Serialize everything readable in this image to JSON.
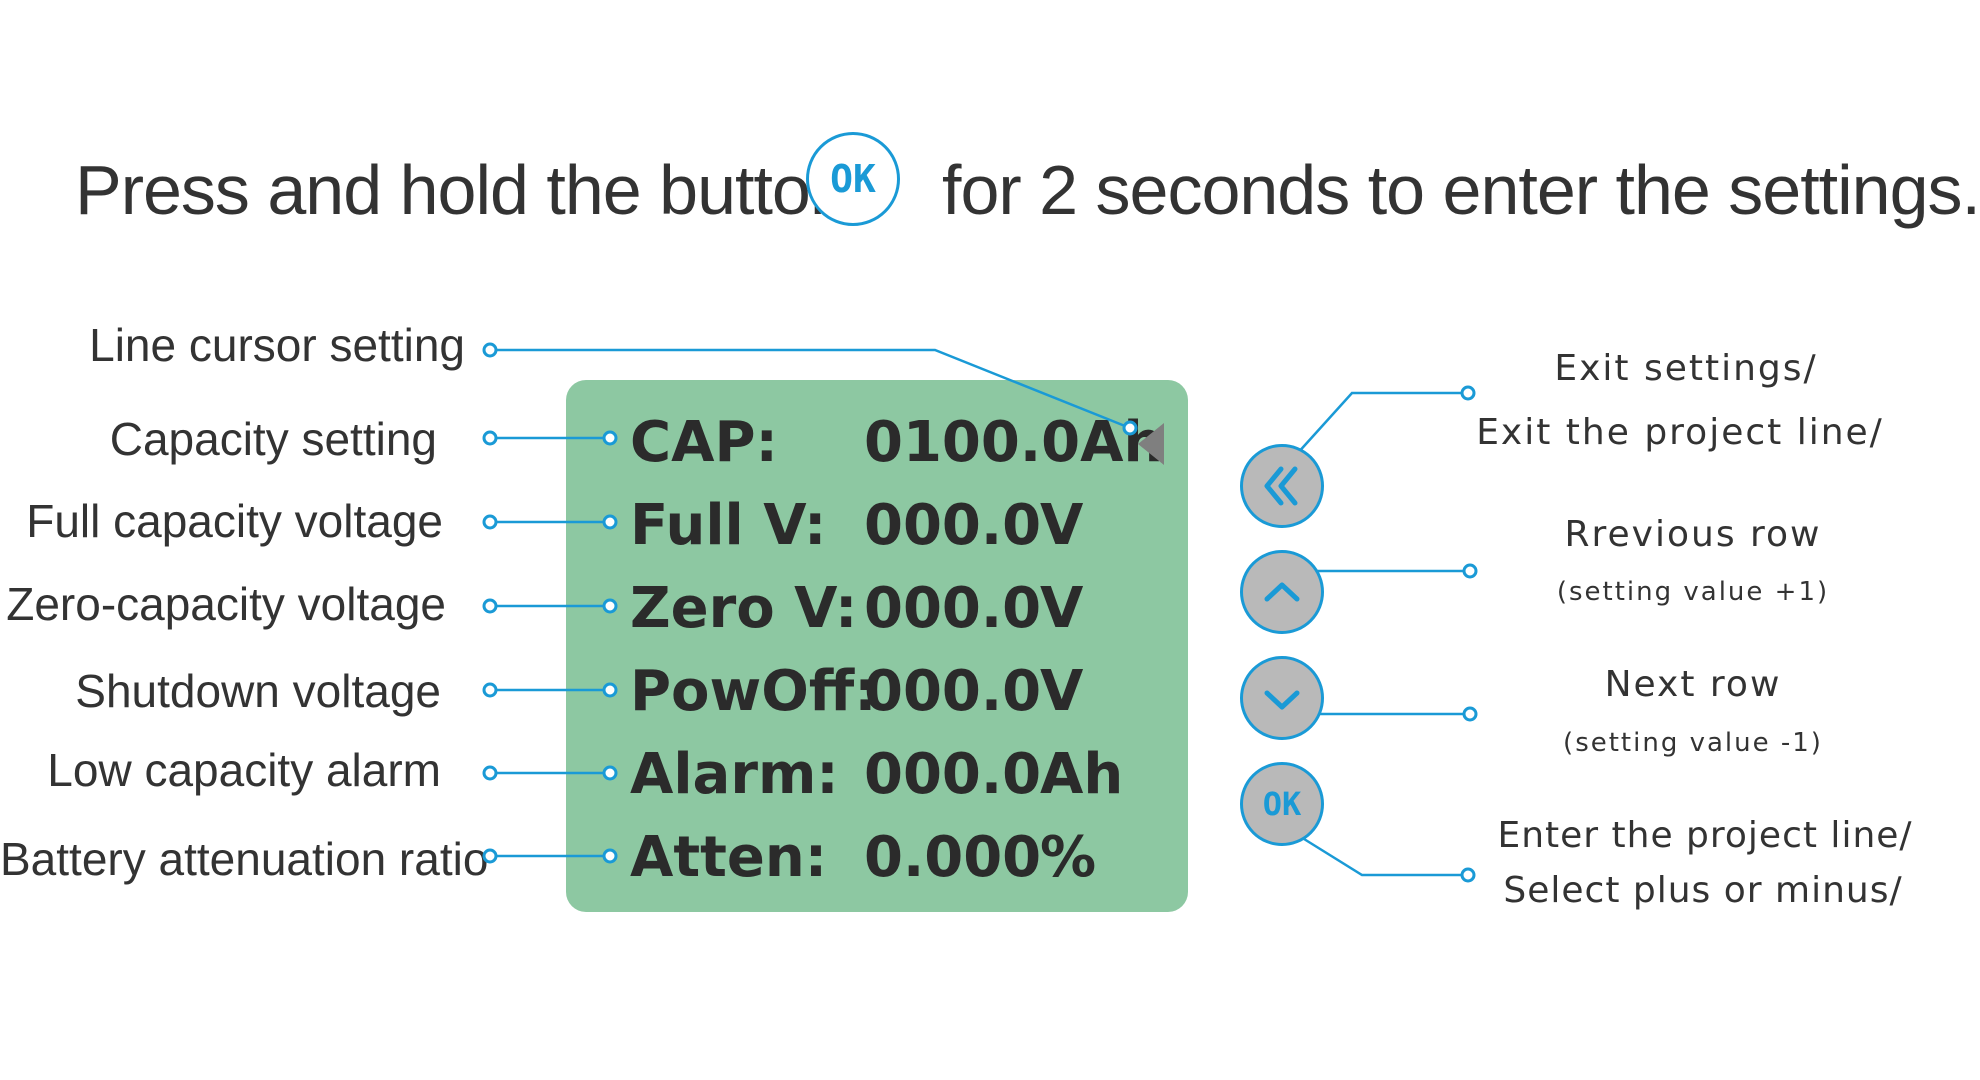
{
  "header": {
    "text_before": "Press and hold the button",
    "ok_label": "OK",
    "text_after": "for 2 seconds to enter the settings."
  },
  "left_labels": [
    "Line cursor setting",
    "Capacity setting",
    "Full capacity voltage",
    "Zero-capacity voltage",
    "Shutdown voltage",
    "Low capacity alarm",
    "Battery attenuation ratio"
  ],
  "lcd": {
    "rows": [
      {
        "key": "CAP:",
        "value": "0100.0Ah",
        "unit": ""
      },
      {
        "key": "Full V:",
        "value": "000.0",
        "unit": "V"
      },
      {
        "key": "Zero V:",
        "value": "000.0",
        "unit": "V"
      },
      {
        "key": "PowOff:",
        "value": "000.0",
        "unit": "V"
      },
      {
        "key": "Alarm:",
        "value": "000.0",
        "unit": "Ah"
      },
      {
        "key": "Atten:",
        "value": "0.000",
        "unit": "%"
      }
    ]
  },
  "buttons": {
    "ok_label": "OK"
  },
  "right_labels": {
    "back_line1": "Exit settings/",
    "back_line2": "Exit the project line/",
    "up_line1": "Rrevious row",
    "up_line2": "(setting value +1)",
    "down_line1": "Next row",
    "down_line2": "(setting value -1)",
    "ok_line1": "Enter the project line/",
    "ok_line2": "Select plus or minus/"
  },
  "colors": {
    "accent": "#1a9ad6",
    "lcd_background": "#8dc8a2",
    "button_fill": "#b9b9b9",
    "text": "#333333",
    "cursor": "#7f7f7f"
  },
  "icons": {
    "back": "double-chevron-left-icon",
    "up": "chevron-up-icon",
    "down": "chevron-down-icon",
    "cursor": "triangle-left-icon"
  }
}
